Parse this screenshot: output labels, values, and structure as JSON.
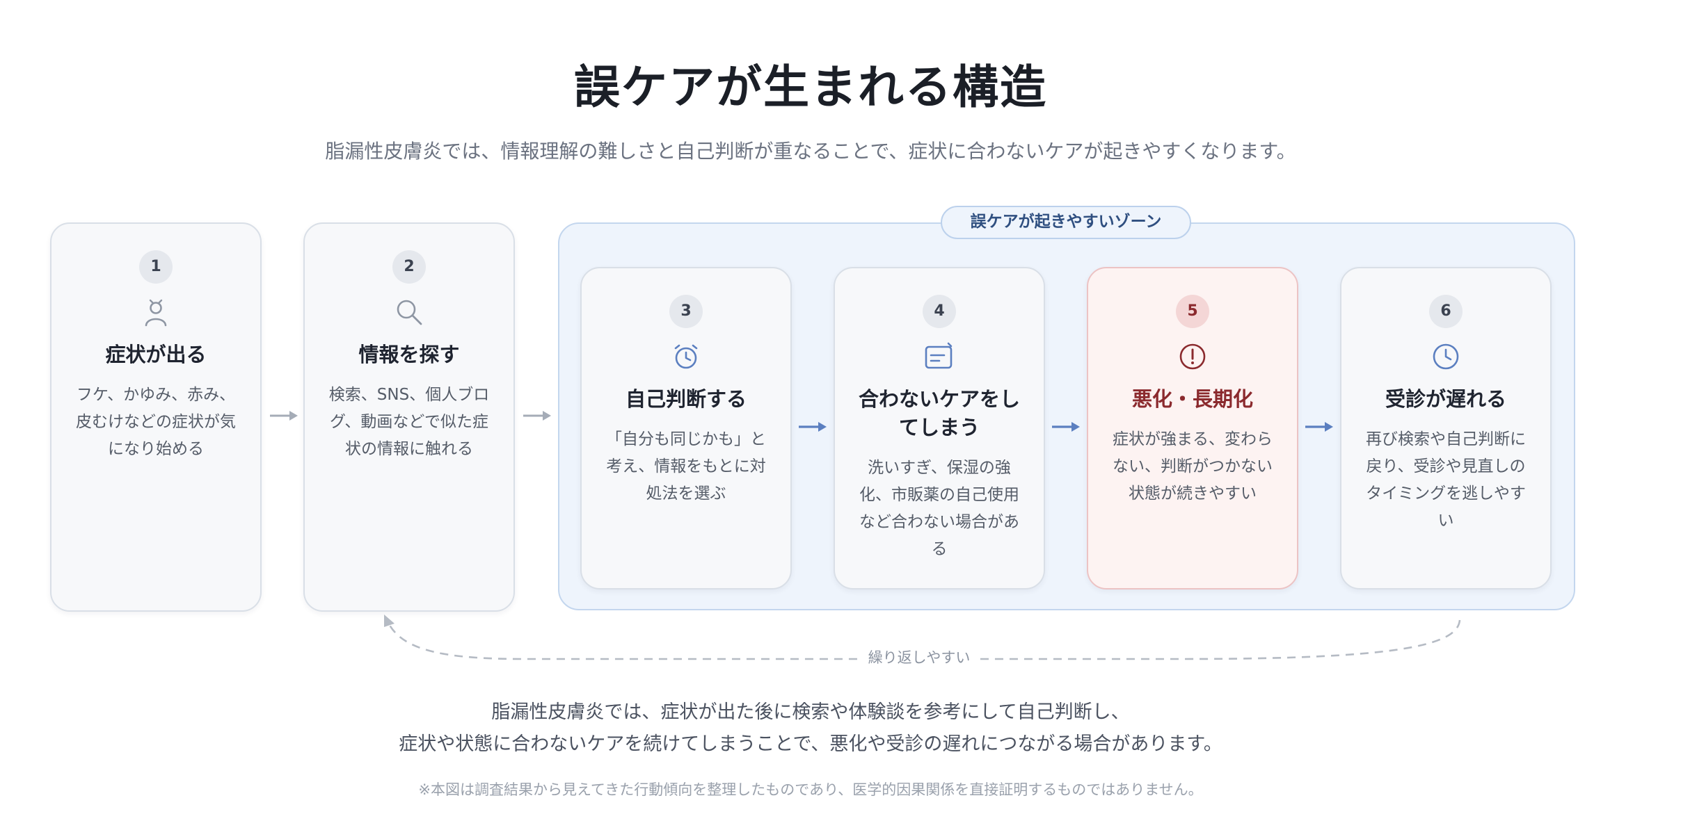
{
  "header": {
    "title": "誤ケアが生まれる構造",
    "subtitle": "脂漏性皮膚炎では、情報理解の難しさと自己判断が重なることで、症状に合わないケアが起きやすくなります。"
  },
  "zone": {
    "label": "誤ケアが起きやすいゾーン"
  },
  "steps": [
    {
      "num": "1",
      "title": "症状が出る",
      "desc": "フケ、かゆみ、赤み、皮むけなどの症状が気になり始める",
      "icon": "person-icon"
    },
    {
      "num": "2",
      "title": "情報を探す",
      "desc": "検索、SNS、個人ブログ、動画などで似た症状の情報に触れる",
      "icon": "search-icon"
    },
    {
      "num": "3",
      "title": "自己判断する",
      "desc": "「自分も同じかも」と考え、情報をもとに対処法を選ぶ",
      "icon": "alarm-clock-icon"
    },
    {
      "num": "4",
      "title": "合わないケアをしてしまう",
      "desc": "洗いすぎ、保湿の強化、市販薬の自己使用など合わない場合がある",
      "icon": "note-icon"
    },
    {
      "num": "5",
      "title": "悪化・長期化",
      "desc": "症状が強まる、変わらない、判断がつかない状態が続きやすい",
      "icon": "warning-circle-icon"
    },
    {
      "num": "6",
      "title": "受診が遅れる",
      "desc": "再び検索や自己判断に戻り、受診や見直しのタイミングを逃しやすい",
      "icon": "clock-icon"
    }
  ],
  "loop": {
    "label": "繰り返しやすい"
  },
  "summary": {
    "line1": "脂漏性皮膚炎では、症状が出た後に検索や体験談を参考にして自己判断し、",
    "line2": "症状や状態に合わないケアを続けてしまうことで、悪化や受診の遅れにつながる場合があります。"
  },
  "note": "※本図は調査結果から見えてきた行動傾向を整理したものであり、医学的因果関係を直接証明するものではありません。",
  "colors": {
    "accent": "#5b7fc0",
    "danger": "#8b2a2e",
    "zone_bg": "#eef4fc",
    "card_bg": "#f7f8fa"
  }
}
